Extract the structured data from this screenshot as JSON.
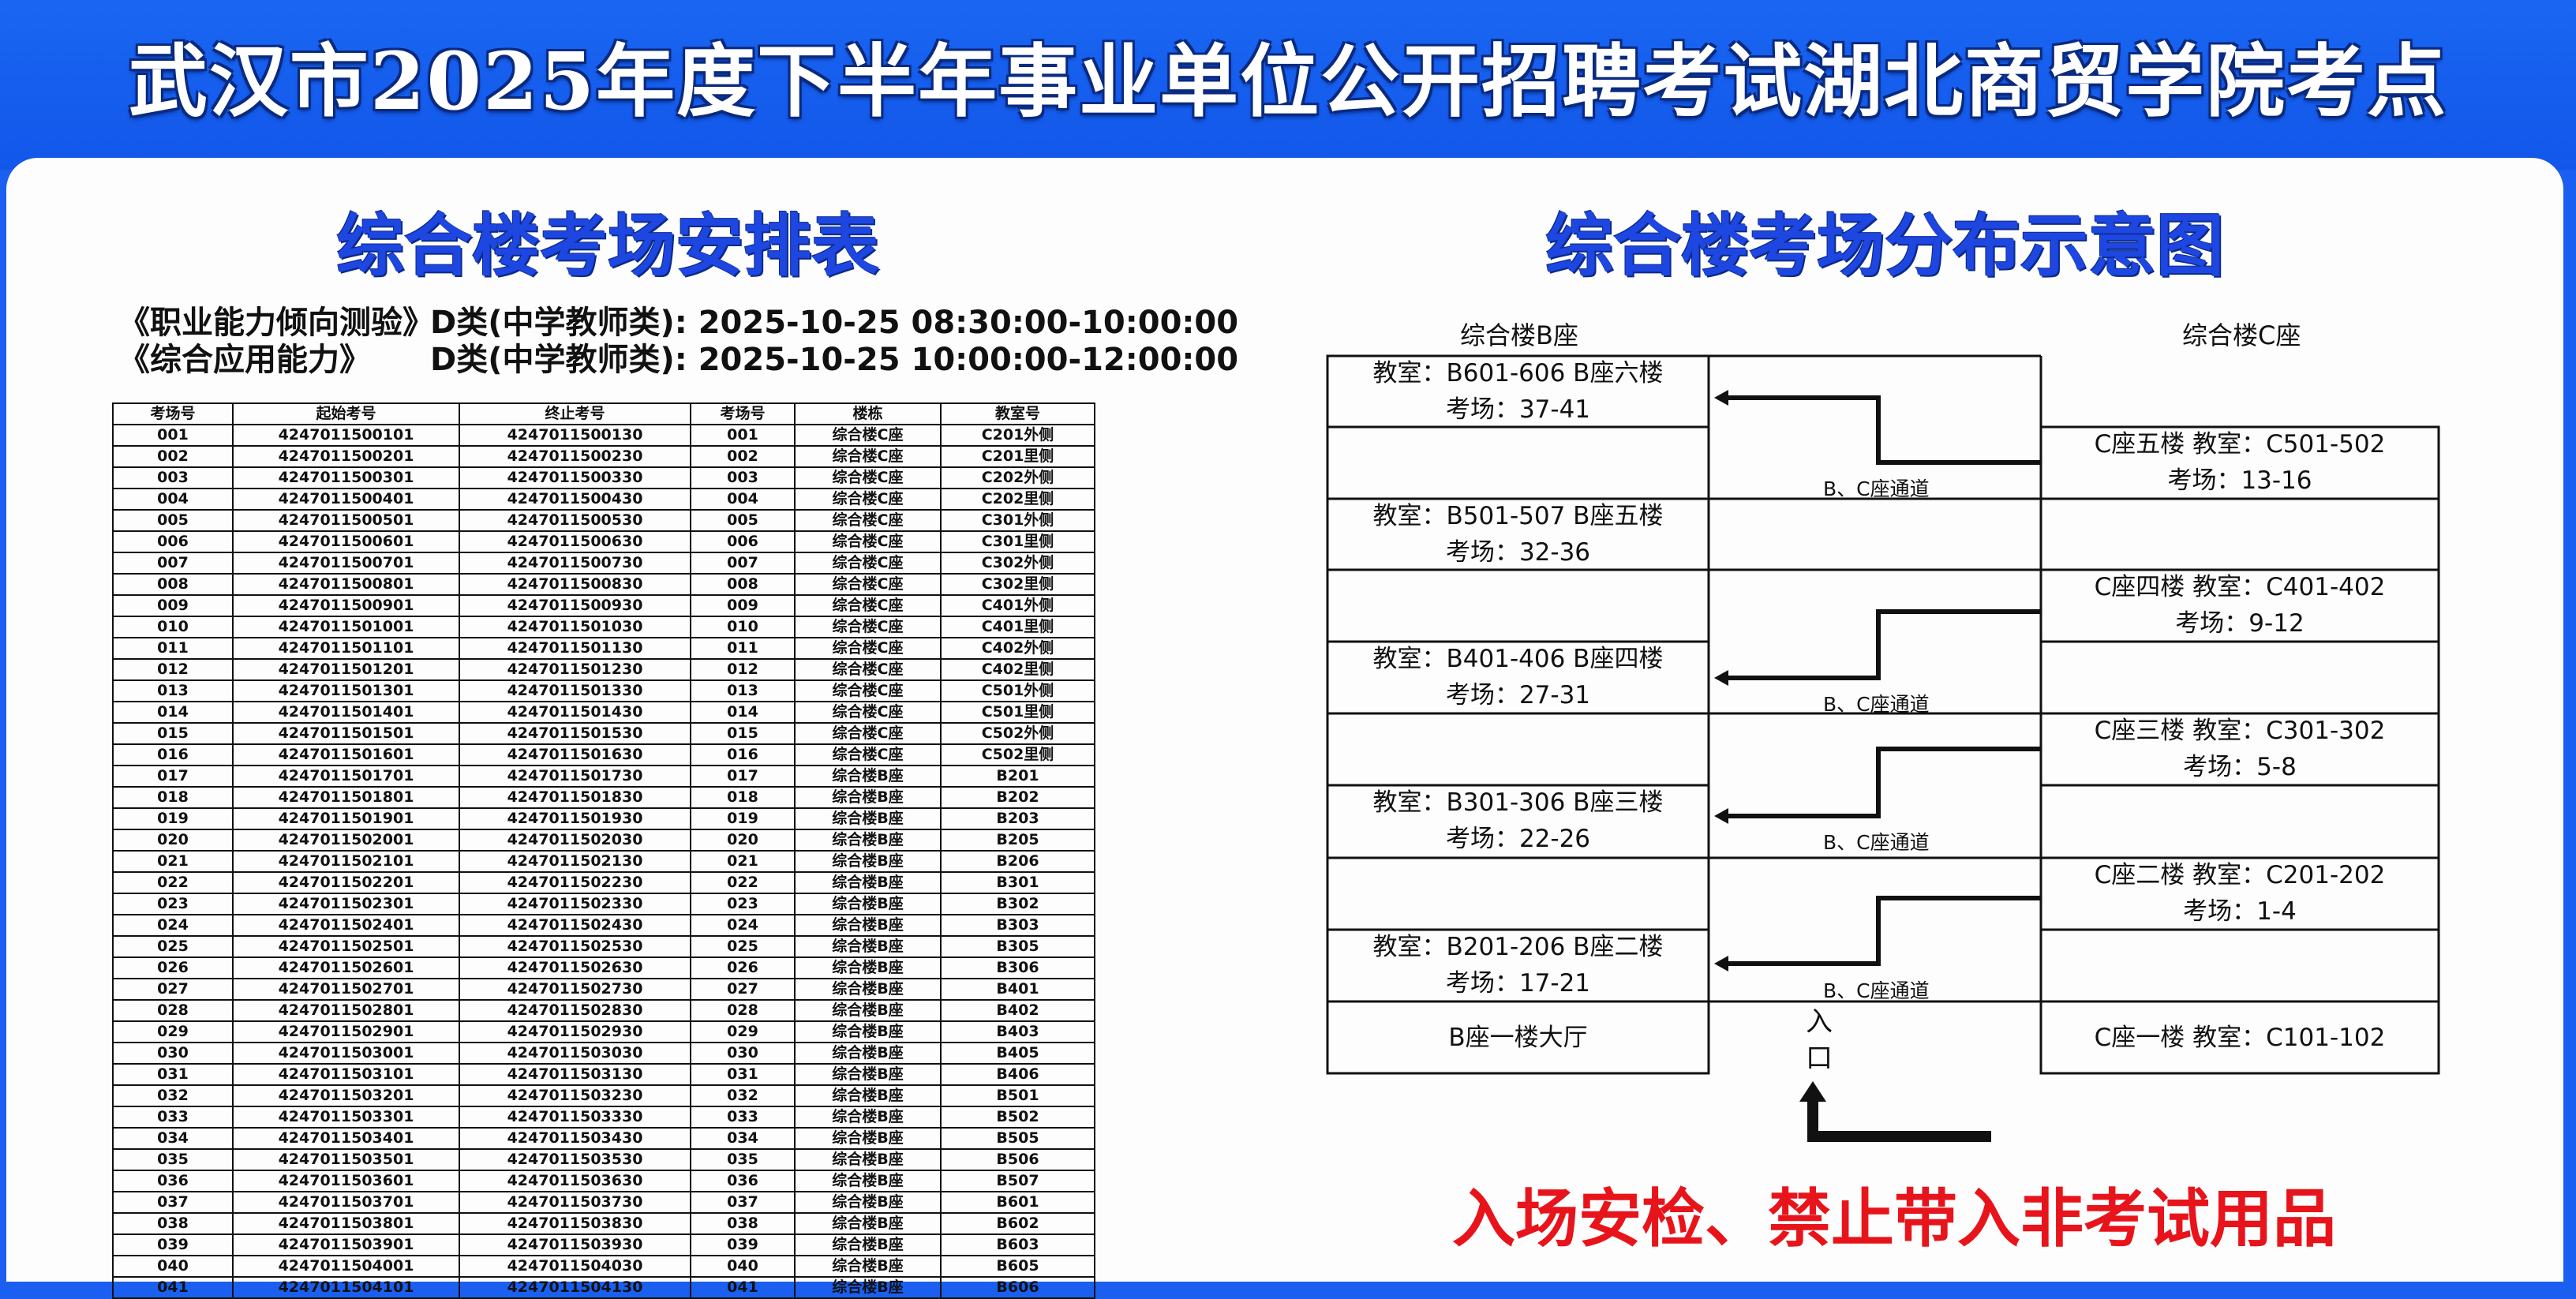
{
  "header": {
    "title": "武汉市2025年度下半年事业单位公开招聘考试湖北商贸学院考点"
  },
  "schedule": {
    "title": "综合楼考场安排表",
    "sessions": [
      {
        "exam": "《职业能力倾向测验》",
        "category": "D类(中学教师类):",
        "time": "2025-10-25 08:30:00-10:00:00"
      },
      {
        "exam": "《综合应用能力》",
        "category": "D类(中学教师类):",
        "time": "2025-10-25 10:00:00-12:00:00"
      }
    ],
    "columns": [
      "考场号",
      "起始考号",
      "终止考号",
      "考场号",
      "楼栋",
      "教室号"
    ],
    "rows": [
      [
        "001",
        "4247011500101",
        "4247011500130",
        "001",
        "综合楼C座",
        "C201外侧"
      ],
      [
        "002",
        "4247011500201",
        "4247011500230",
        "002",
        "综合楼C座",
        "C201里侧"
      ],
      [
        "003",
        "4247011500301",
        "4247011500330",
        "003",
        "综合楼C座",
        "C202外侧"
      ],
      [
        "004",
        "4247011500401",
        "4247011500430",
        "004",
        "综合楼C座",
        "C202里侧"
      ],
      [
        "005",
        "4247011500501",
        "4247011500530",
        "005",
        "综合楼C座",
        "C301外侧"
      ],
      [
        "006",
        "4247011500601",
        "4247011500630",
        "006",
        "综合楼C座",
        "C301里侧"
      ],
      [
        "007",
        "4247011500701",
        "4247011500730",
        "007",
        "综合楼C座",
        "C302外侧"
      ],
      [
        "008",
        "4247011500801",
        "4247011500830",
        "008",
        "综合楼C座",
        "C302里侧"
      ],
      [
        "009",
        "4247011500901",
        "4247011500930",
        "009",
        "综合楼C座",
        "C401外侧"
      ],
      [
        "010",
        "4247011501001",
        "4247011501030",
        "010",
        "综合楼C座",
        "C401里侧"
      ],
      [
        "011",
        "4247011501101",
        "4247011501130",
        "011",
        "综合楼C座",
        "C402外侧"
      ],
      [
        "012",
        "4247011501201",
        "4247011501230",
        "012",
        "综合楼C座",
        "C402里侧"
      ],
      [
        "013",
        "4247011501301",
        "4247011501330",
        "013",
        "综合楼C座",
        "C501外侧"
      ],
      [
        "014",
        "4247011501401",
        "4247011501430",
        "014",
        "综合楼C座",
        "C501里侧"
      ],
      [
        "015",
        "4247011501501",
        "4247011501530",
        "015",
        "综合楼C座",
        "C502外侧"
      ],
      [
        "016",
        "4247011501601",
        "4247011501630",
        "016",
        "综合楼C座",
        "C502里侧"
      ],
      [
        "017",
        "4247011501701",
        "4247011501730",
        "017",
        "综合楼B座",
        "B201"
      ],
      [
        "018",
        "4247011501801",
        "4247011501830",
        "018",
        "综合楼B座",
        "B202"
      ],
      [
        "019",
        "4247011501901",
        "4247011501930",
        "019",
        "综合楼B座",
        "B203"
      ],
      [
        "020",
        "4247011502001",
        "4247011502030",
        "020",
        "综合楼B座",
        "B205"
      ],
      [
        "021",
        "4247011502101",
        "4247011502130",
        "021",
        "综合楼B座",
        "B206"
      ],
      [
        "022",
        "4247011502201",
        "4247011502230",
        "022",
        "综合楼B座",
        "B301"
      ],
      [
        "023",
        "4247011502301",
        "4247011502330",
        "023",
        "综合楼B座",
        "B302"
      ],
      [
        "024",
        "4247011502401",
        "4247011502430",
        "024",
        "综合楼B座",
        "B303"
      ],
      [
        "025",
        "4247011502501",
        "4247011502530",
        "025",
        "综合楼B座",
        "B305"
      ],
      [
        "026",
        "4247011502601",
        "4247011502630",
        "026",
        "综合楼B座",
        "B306"
      ],
      [
        "027",
        "4247011502701",
        "4247011502730",
        "027",
        "综合楼B座",
        "B401"
      ],
      [
        "028",
        "4247011502801",
        "4247011502830",
        "028",
        "综合楼B座",
        "B402"
      ],
      [
        "029",
        "4247011502901",
        "4247011502930",
        "029",
        "综合楼B座",
        "B403"
      ],
      [
        "030",
        "4247011503001",
        "4247011503030",
        "030",
        "综合楼B座",
        "B405"
      ],
      [
        "031",
        "4247011503101",
        "4247011503130",
        "031",
        "综合楼B座",
        "B406"
      ],
      [
        "032",
        "4247011503201",
        "4247011503230",
        "032",
        "综合楼B座",
        "B501"
      ],
      [
        "033",
        "4247011503301",
        "4247011503330",
        "033",
        "综合楼B座",
        "B502"
      ],
      [
        "034",
        "4247011503401",
        "4247011503430",
        "034",
        "综合楼B座",
        "B505"
      ],
      [
        "035",
        "4247011503501",
        "4247011503530",
        "035",
        "综合楼B座",
        "B506"
      ],
      [
        "036",
        "4247011503601",
        "4247011503630",
        "036",
        "综合楼B座",
        "B507"
      ],
      [
        "037",
        "4247011503701",
        "4247011503730",
        "037",
        "综合楼B座",
        "B601"
      ],
      [
        "038",
        "4247011503801",
        "4247011503830",
        "038",
        "综合楼B座",
        "B602"
      ],
      [
        "039",
        "4247011503901",
        "4247011503930",
        "039",
        "综合楼B座",
        "B603"
      ],
      [
        "040",
        "4247011504001",
        "4247011504030",
        "040",
        "综合楼B座",
        "B605"
      ],
      [
        "041",
        "4247011504101",
        "4247011504130",
        "041",
        "综合楼B座",
        "B606"
      ]
    ]
  },
  "diagram": {
    "title": "综合楼考场分布示意图",
    "b_label": "综合楼B座",
    "c_label": "综合楼C座",
    "b_rooms": [
      {
        "line1": "教室：B601-606  B座六楼",
        "line2": "考场：37-41"
      },
      {
        "line1": "教室：B501-507  B座五楼",
        "line2": "考场：32-36"
      },
      {
        "line1": "教室：B401-406  B座四楼",
        "line2": "考场：27-31"
      },
      {
        "line1": "教室：B301-306  B座三楼",
        "line2": "考场：22-26"
      },
      {
        "line1": "教室：B201-206  B座二楼",
        "line2": "考场：17-21"
      }
    ],
    "b_lobby": "B座一楼大厅",
    "c_rooms": [
      {
        "line1": "C座五楼  教室：C501-502",
        "line2": "考场：13-16"
      },
      {
        "line1": "C座四楼  教室：C401-402",
        "line2": "考场：9-12"
      },
      {
        "line1": "C座三楼  教室：C301-302",
        "line2": "考场：5-8"
      },
      {
        "line1": "C座二楼  教室：C201-202",
        "line2": "考场：1-4"
      }
    ],
    "c_lobby": "C座一楼  教室：C101-102",
    "channel_label": "B、C座通道",
    "entrance": [
      "入",
      "口"
    ],
    "warning": "入场安检、禁止带入非考试用品",
    "warning_color": "#e8141b"
  }
}
